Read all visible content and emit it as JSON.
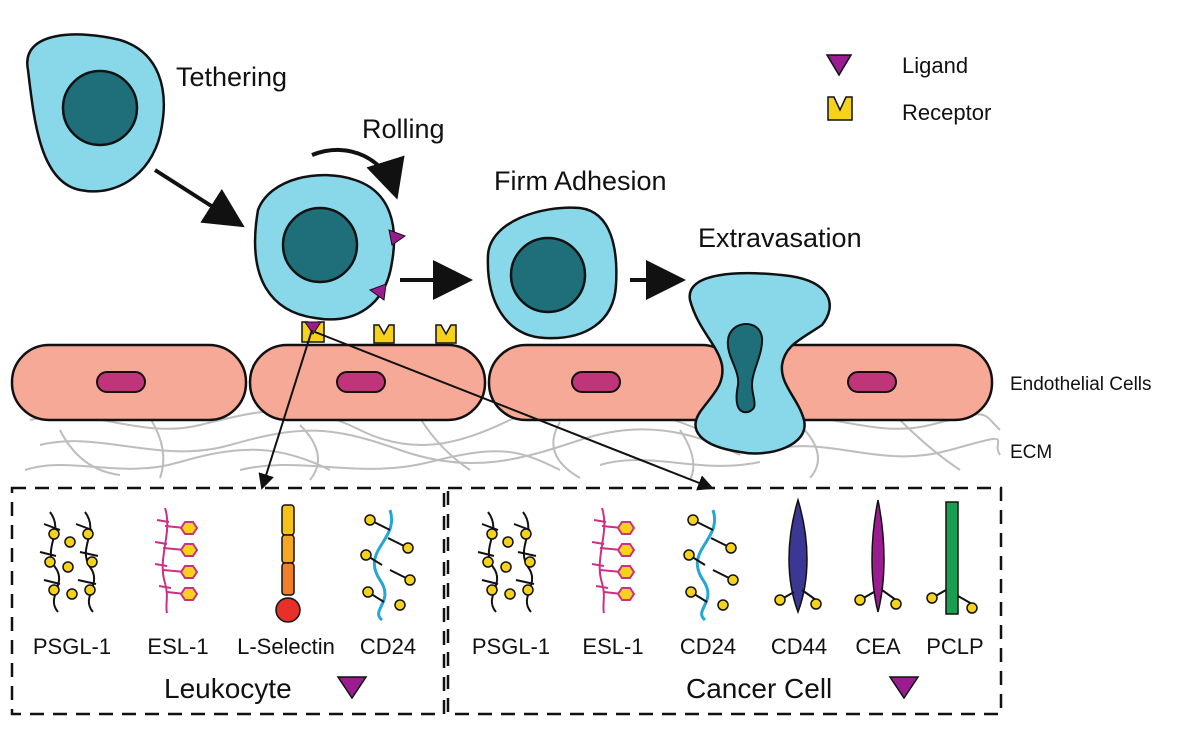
{
  "stages": {
    "tethering": "Tethering",
    "rolling": "Rolling",
    "firm_adhesion": "Firm Adhesion",
    "extravasation": "Extravasation"
  },
  "legend": {
    "ligand": "Ligand",
    "receptor": "Receptor"
  },
  "layers": {
    "endothelial": "Endothelial Cells",
    "ecm": "ECM"
  },
  "leukocyte": {
    "title": "Leukocyte",
    "molecules": [
      "PSGL-1",
      "ESL-1",
      "L-Selectin",
      "CD24"
    ]
  },
  "cancer": {
    "title": "Cancer Cell",
    "molecules": [
      "PSGL-1",
      "ESL-1",
      "CD24",
      "CD44",
      "CEA",
      "PCLP"
    ]
  },
  "colors": {
    "cell_body": "#89d8ea",
    "nucleus": "#1f6f7a",
    "endothelial": "#f6a996",
    "endo_nucleus": "#c0357a",
    "ligand": "#9b1c91",
    "receptor": "#f6d31a",
    "ecm_fiber": "#bdbdbd",
    "esl_pink": "#cc2f86",
    "cd24_blue": "#25a6d8",
    "cd44_blue": "#3a3893",
    "pclp_green": "#1a9e52",
    "lselectin_orange": "#f5a623",
    "lselectin_red": "#e8302a"
  }
}
